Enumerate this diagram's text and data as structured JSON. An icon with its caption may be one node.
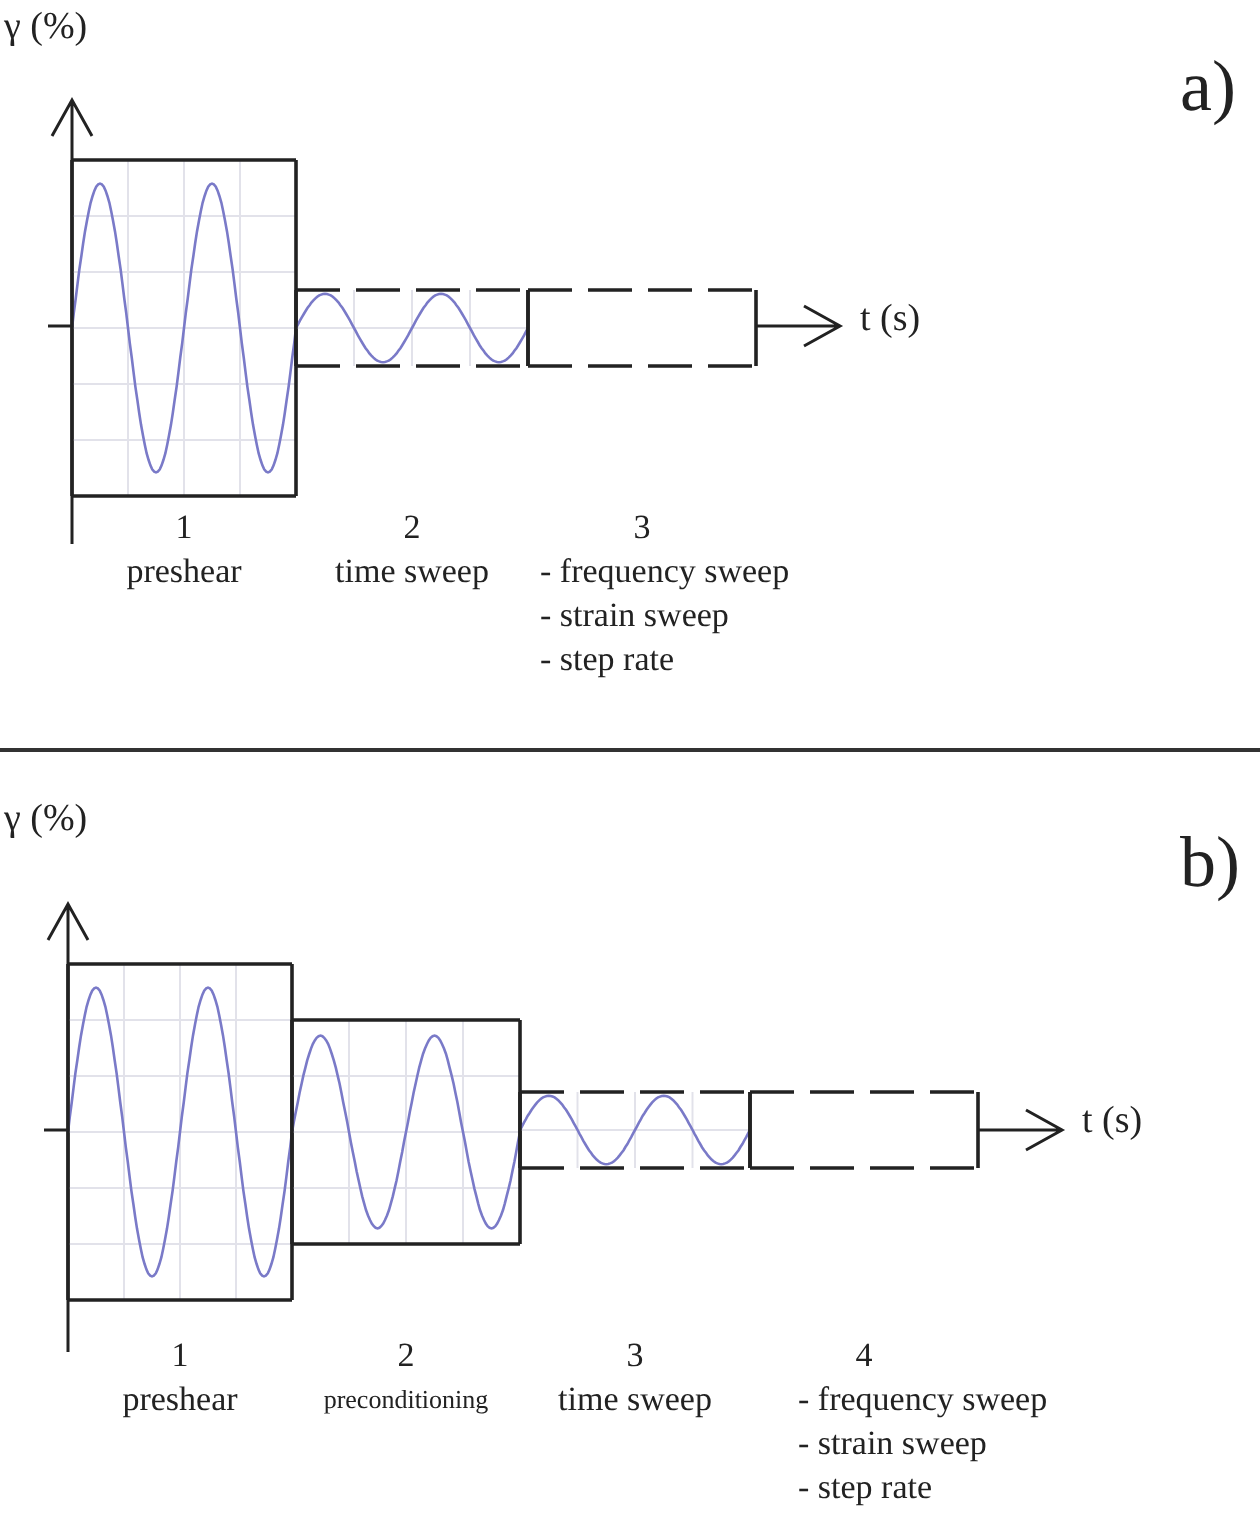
{
  "diagram": {
    "nodes": [
      {
        "text": [
          "1",
          "preshear"
        ]
      },
      {
        "text": [
          "2",
          "time sweep"
        ]
      },
      {
        "text": [
          "3",
          "- frequency sweep",
          "- strain sweep",
          "- step rate"
        ]
      },
      {
        "text": [
          "1",
          "preshear"
        ]
      },
      {
        "text": [
          "2",
          "preconditioning"
        ]
      },
      {
        "text": [
          "3",
          "time sweep"
        ]
      },
      {
        "text": [
          "4",
          "- frequency sweep",
          "- strain sweep",
          "- step rate"
        ]
      }
    ],
    "labels": [
      "γ (%)",
      "a)",
      "t (s)",
      "γ (%)",
      "b)",
      "t (s)"
    ]
  }
}
